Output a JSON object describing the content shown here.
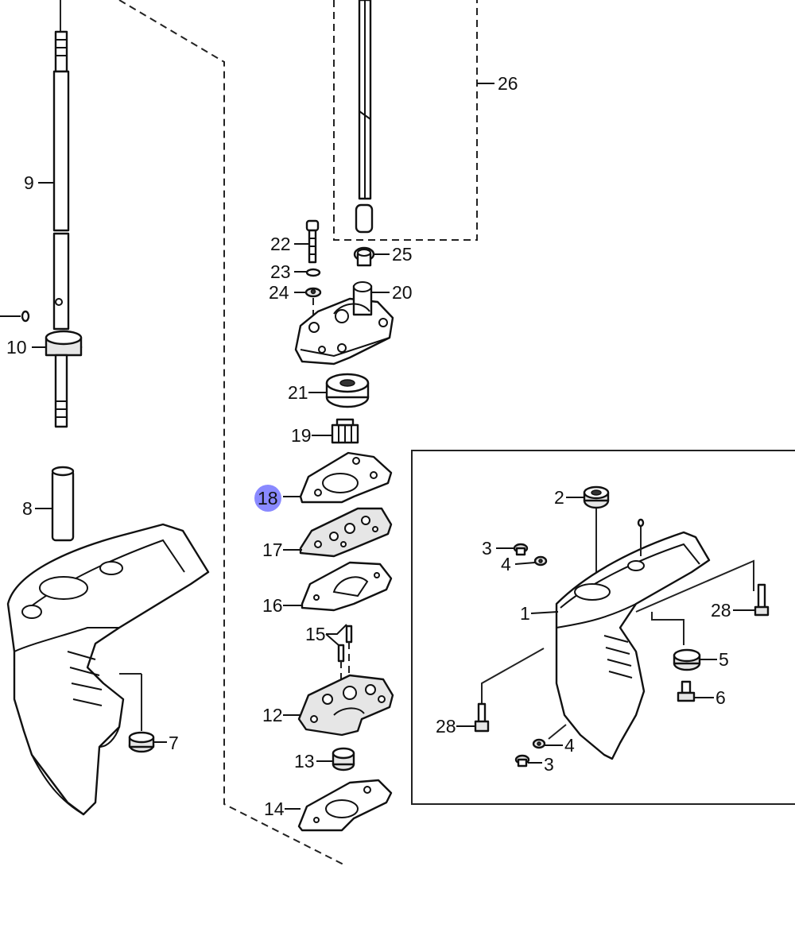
{
  "diagram": {
    "highlight_color": "#6b6bff",
    "highlighted_part": "18",
    "labels": {
      "p1": "1",
      "p2": "2",
      "p3a": "3",
      "p3b": "3",
      "p4a": "4",
      "p4b": "4",
      "p5": "5",
      "p6": "6",
      "p7": "7",
      "p8": "8",
      "p9": "9",
      "p10": "10",
      "p12": "12",
      "p13": "13",
      "p14": "14",
      "p15": "15",
      "p16": "16",
      "p17": "17",
      "p18": "18",
      "p19": "19",
      "p20": "20",
      "p21": "21",
      "p22": "22",
      "p23": "23",
      "p24": "24",
      "p25": "25",
      "p26": "26",
      "p28a": "28",
      "p28b": "28"
    }
  }
}
